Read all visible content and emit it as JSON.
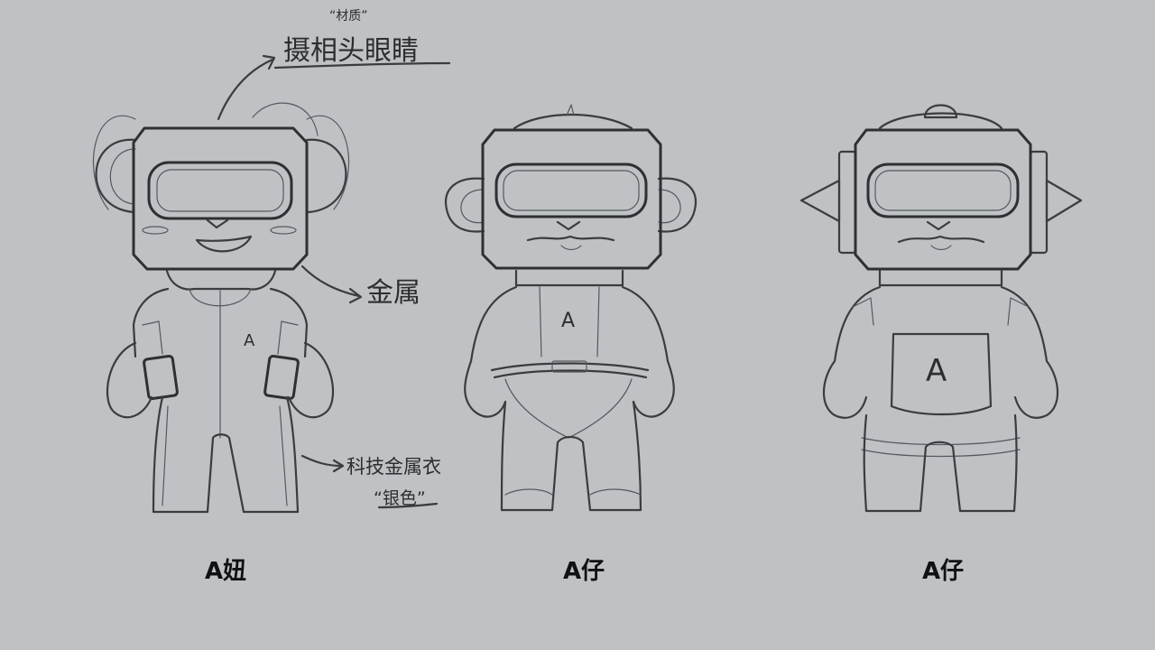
{
  "annotations": {
    "camera_eye": "摄相头眼睛",
    "camera_eye_note": "“材质”",
    "metal": "金属",
    "tech_suit": "科技金属衣",
    "tech_suit_note": "“银色”"
  },
  "characters": [
    {
      "caption": "A妞",
      "chest_letter": "A"
    },
    {
      "caption": "A仔",
      "chest_letter": "A"
    },
    {
      "caption": "A仔",
      "chest_letter": "A"
    }
  ],
  "colors": {
    "background": "#bfc2c5",
    "ink": "#3a3c3f"
  }
}
